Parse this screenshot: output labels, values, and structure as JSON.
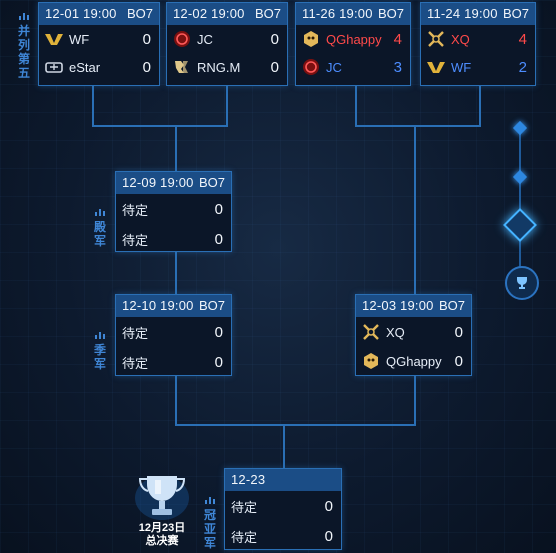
{
  "labels": {
    "tied_fifth": "并列第五",
    "fifth": "殿军",
    "fourth": "季军",
    "champion_runner": "冠亚军"
  },
  "matches": {
    "m1": {
      "date": "12-01 19:00",
      "format": "BO7",
      "teams": [
        {
          "name": "WF",
          "score": "0"
        },
        {
          "name": "eStar",
          "score": "0"
        }
      ]
    },
    "m2": {
      "date": "12-02 19:00",
      "format": "BO7",
      "teams": [
        {
          "name": "JC",
          "score": "0"
        },
        {
          "name": "RNG.M",
          "score": "0"
        }
      ]
    },
    "m3": {
      "date": "11-26 19:00",
      "format": "BO7",
      "teams": [
        {
          "name": "QGhappy",
          "score": "4"
        },
        {
          "name": "JC",
          "score": "3"
        }
      ]
    },
    "m4": {
      "date": "11-24 19:00",
      "format": "BO7",
      "teams": [
        {
          "name": "XQ",
          "score": "4"
        },
        {
          "name": "WF",
          "score": "2"
        }
      ]
    },
    "m5": {
      "date": "12-09 19:00",
      "format": "BO7",
      "teams": [
        {
          "name": "待定",
          "score": "0"
        },
        {
          "name": "待定",
          "score": "0"
        }
      ]
    },
    "m6": {
      "date": "12-10 19:00",
      "format": "BO7",
      "teams": [
        {
          "name": "待定",
          "score": "0"
        },
        {
          "name": "待定",
          "score": "0"
        }
      ]
    },
    "m7": {
      "date": "12-03 19:00",
      "format": "BO7",
      "teams": [
        {
          "name": "XQ",
          "score": "0"
        },
        {
          "name": "QGhappy",
          "score": "0"
        }
      ]
    },
    "final": {
      "date": "12-23",
      "format": "",
      "teams": [
        {
          "name": "待定",
          "score": "0"
        },
        {
          "name": "待定",
          "score": "0"
        }
      ]
    }
  },
  "final_badge": {
    "date": "12月23日",
    "title": "总决赛"
  },
  "icons": {
    "WF": "wf-logo-icon",
    "eStar": "estar-logo-icon",
    "JC": "jc-logo-icon",
    "RNG.M": "rng-logo-icon",
    "QGhappy": "qghappy-logo-icon",
    "XQ": "xq-logo-icon",
    "trophy": "trophy-icon",
    "nav": "trophy-nav-icon"
  },
  "colors": {
    "accent": "#2a6fb5",
    "header": "#1b4d86",
    "win": "#ff4a4a",
    "lose": "#4d8dff"
  }
}
